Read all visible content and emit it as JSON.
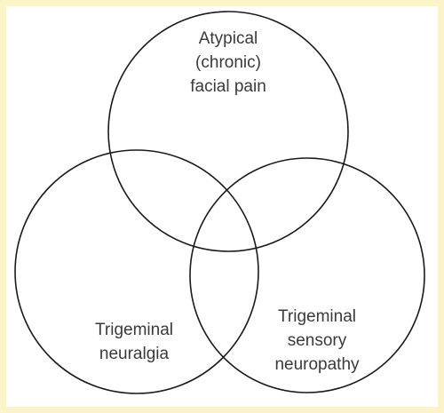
{
  "diagram": {
    "type": "venn",
    "sets": [
      {
        "id": "atypical",
        "label_lines": [
          "Atypical",
          "(chronic)",
          "facial pain"
        ]
      },
      {
        "id": "neuralgia",
        "label_lines": [
          "Trigeminal",
          "neuralgia"
        ]
      },
      {
        "id": "neuropathy",
        "label_lines": [
          "Trigeminal",
          "sensory",
          "neuropathy"
        ]
      }
    ]
  }
}
